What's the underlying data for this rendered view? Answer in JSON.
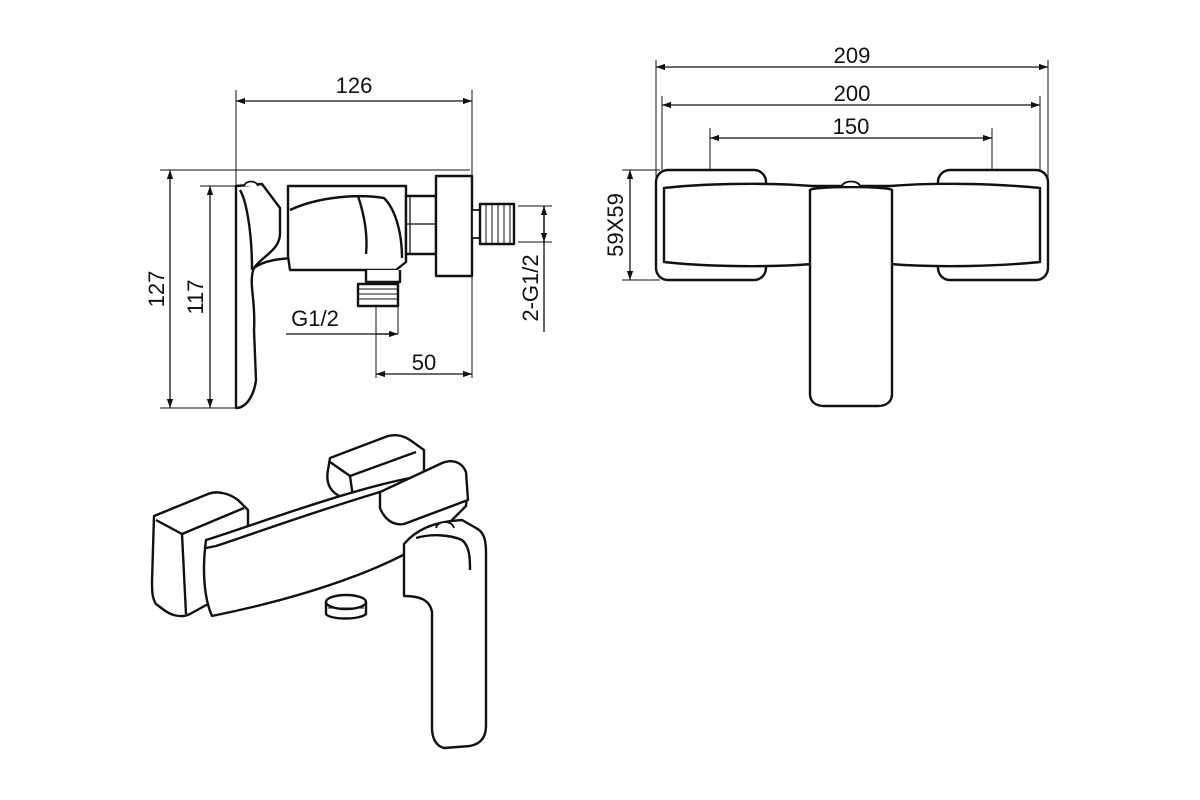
{
  "side_view": {
    "dims": {
      "overall_width": "126",
      "overall_height": "127",
      "body_height": "117",
      "inlet_thread": "G1/2",
      "outlet_offset": "50",
      "connection_thread": "2-G1/2"
    }
  },
  "top_view": {
    "dims": {
      "overall_width": "209",
      "flange_span": "200",
      "center_distance": "150",
      "flange_size": "59X59"
    }
  }
}
